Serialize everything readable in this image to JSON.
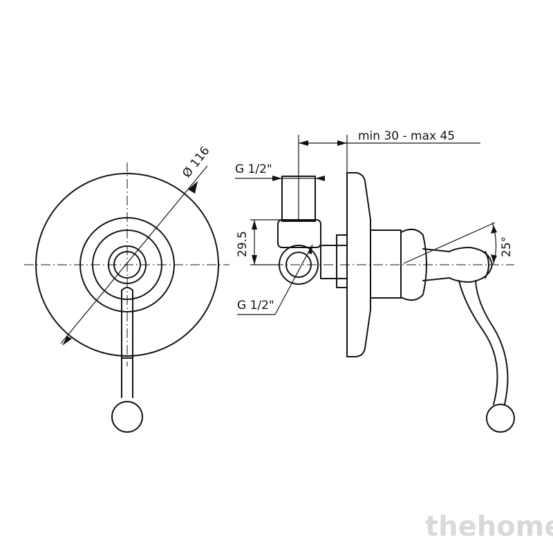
{
  "dimensions": {
    "diameter": "Ø 116",
    "depth_range": "min 30 - max 45",
    "thread_top": "G 1/2\"",
    "thread_bottom": "G 1/2\"",
    "height": "29.5",
    "angle": "25°"
  },
  "watermark": "thehome"
}
